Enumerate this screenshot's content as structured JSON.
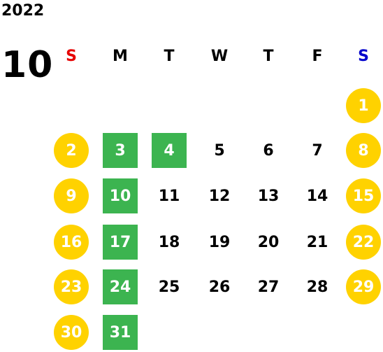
{
  "calendar": {
    "year": "2022",
    "month": "10",
    "colors": {
      "sunday_header": "#e60000",
      "saturday_header": "#0000cc",
      "weekend_fill": "#ffd200",
      "holiday_fill": "#3cb450",
      "text": "#000000"
    },
    "weekdays": [
      {
        "label": "S",
        "kind": "sunday"
      },
      {
        "label": "M",
        "kind": "weekday"
      },
      {
        "label": "T",
        "kind": "weekday"
      },
      {
        "label": "W",
        "kind": "weekday"
      },
      {
        "label": "T",
        "kind": "weekday"
      },
      {
        "label": "F",
        "kind": "weekday"
      },
      {
        "label": "S",
        "kind": "saturday"
      }
    ],
    "first_weekday_index": 6,
    "days": [
      {
        "day": "1",
        "style": "weekend"
      },
      {
        "day": "2",
        "style": "weekend"
      },
      {
        "day": "3",
        "style": "holiday"
      },
      {
        "day": "4",
        "style": "holiday"
      },
      {
        "day": "5",
        "style": "normal"
      },
      {
        "day": "6",
        "style": "normal"
      },
      {
        "day": "7",
        "style": "normal"
      },
      {
        "day": "8",
        "style": "weekend"
      },
      {
        "day": "9",
        "style": "weekend"
      },
      {
        "day": "10",
        "style": "holiday"
      },
      {
        "day": "11",
        "style": "normal"
      },
      {
        "day": "12",
        "style": "normal"
      },
      {
        "day": "13",
        "style": "normal"
      },
      {
        "day": "14",
        "style": "normal"
      },
      {
        "day": "15",
        "style": "weekend"
      },
      {
        "day": "16",
        "style": "weekend"
      },
      {
        "day": "17",
        "style": "holiday"
      },
      {
        "day": "18",
        "style": "normal"
      },
      {
        "day": "19",
        "style": "normal"
      },
      {
        "day": "20",
        "style": "normal"
      },
      {
        "day": "21",
        "style": "normal"
      },
      {
        "day": "22",
        "style": "weekend"
      },
      {
        "day": "23",
        "style": "weekend"
      },
      {
        "day": "24",
        "style": "holiday"
      },
      {
        "day": "25",
        "style": "normal"
      },
      {
        "day": "26",
        "style": "normal"
      },
      {
        "day": "27",
        "style": "normal"
      },
      {
        "day": "28",
        "style": "normal"
      },
      {
        "day": "29",
        "style": "weekend"
      },
      {
        "day": "30",
        "style": "weekend"
      },
      {
        "day": "31",
        "style": "holiday"
      }
    ]
  }
}
